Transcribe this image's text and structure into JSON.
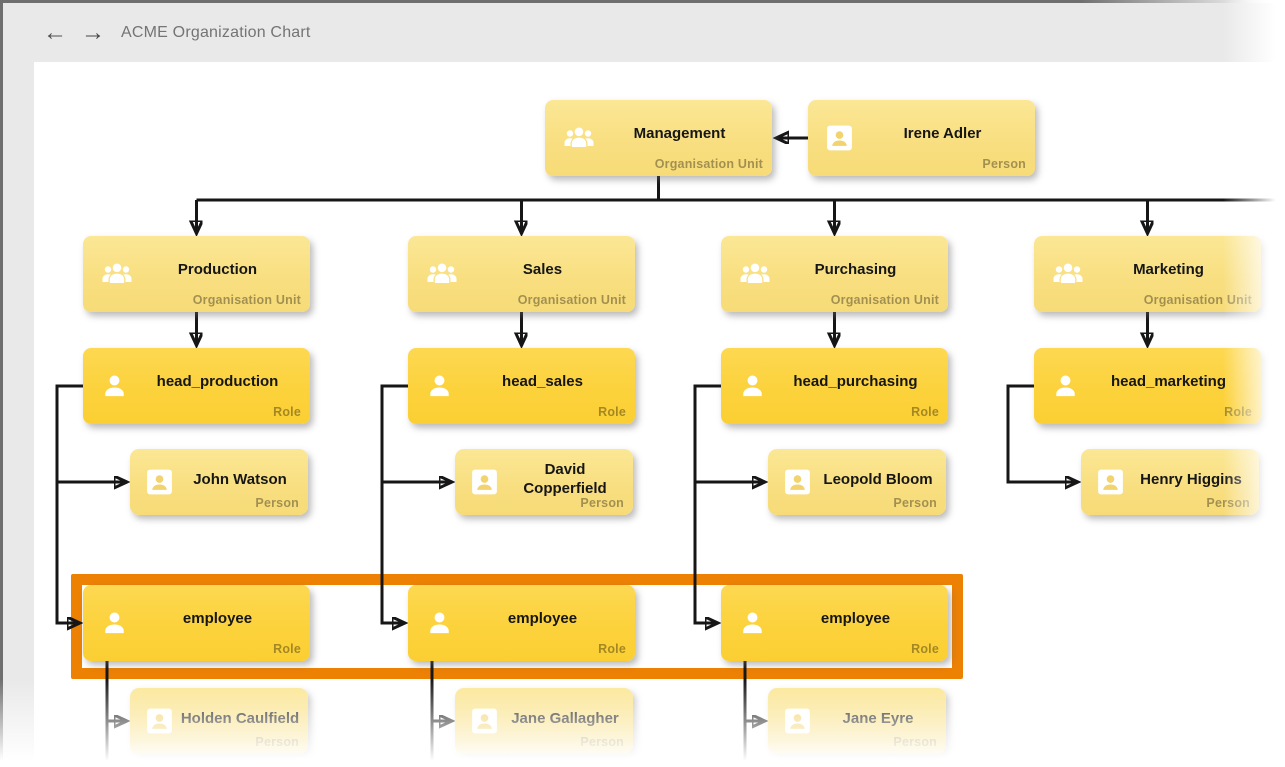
{
  "header": {
    "title": "ACME Organization Chart",
    "back_icon": "←",
    "forward_icon": "→"
  },
  "colors": {
    "toolbar_bg": "#e9e9e9",
    "unit_person_fill": "#f8df82",
    "role_fill": "#fcd23c",
    "highlight_orange": "#ec8104",
    "edge_black": "#161616"
  },
  "nodes": {
    "management": {
      "label": "Management",
      "type": "Organisation Unit"
    },
    "irene_adler": {
      "label": "Irene Adler",
      "type": "Person"
    },
    "production": {
      "label": "Production",
      "type": "Organisation Unit"
    },
    "sales": {
      "label": "Sales",
      "type": "Organisation Unit"
    },
    "purchasing": {
      "label": "Purchasing",
      "type": "Organisation Unit"
    },
    "marketing": {
      "label": "Marketing",
      "type": "Organisation Unit"
    },
    "head_production": {
      "label": "head_production",
      "type": "Role"
    },
    "head_sales": {
      "label": "head_sales",
      "type": "Role"
    },
    "head_purchasing": {
      "label": "head_purchasing",
      "type": "Role"
    },
    "head_marketing": {
      "label": "head_marketing",
      "type": "Role"
    },
    "john_watson": {
      "label": "John Watson",
      "type": "Person"
    },
    "david_copperfield": {
      "label": "David Copperfield",
      "type": "Person"
    },
    "leopold_bloom": {
      "label": "Leopold Bloom",
      "type": "Person"
    },
    "henry_higgins": {
      "label": "Henry Higgins",
      "type": "Person"
    },
    "employee_production": {
      "label": "employee",
      "type": "Role"
    },
    "employee_sales": {
      "label": "employee",
      "type": "Role"
    },
    "employee_purchasing": {
      "label": "employee",
      "type": "Role"
    },
    "holden_caulfield": {
      "label": "Holden Caulfield",
      "type": "Person"
    },
    "jane_gallagher": {
      "label": "Jane Gallagher",
      "type": "Person"
    },
    "jane_eyre": {
      "label": "Jane Eyre",
      "type": "Person"
    }
  }
}
